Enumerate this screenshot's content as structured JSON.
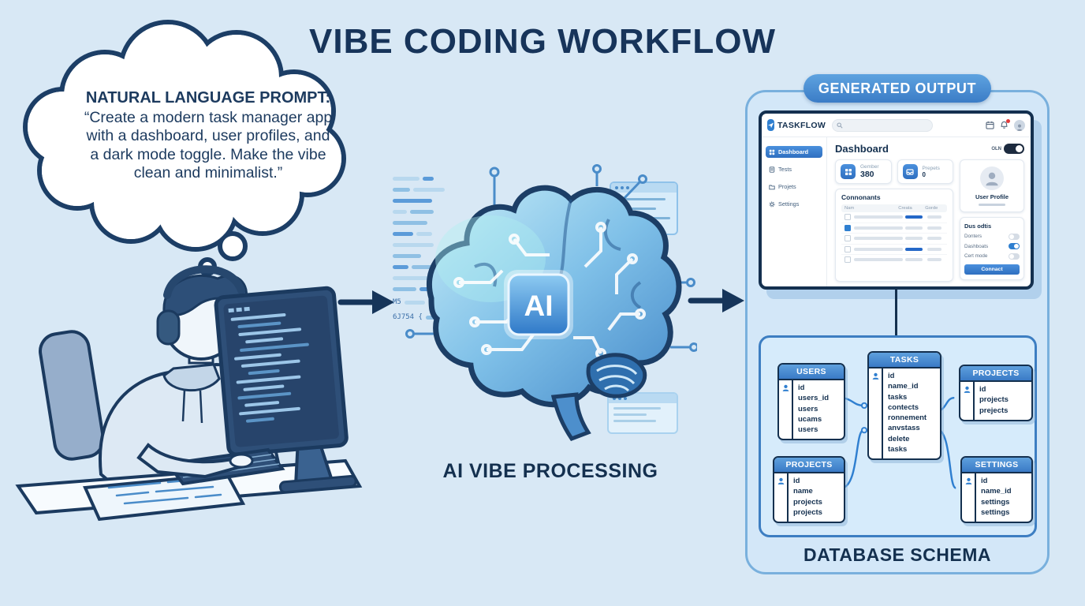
{
  "title": "VIBE CODING WORKFLOW",
  "thought_bubble": {
    "heading": "NATURAL LANGUAGE PROMPT:",
    "lines": [
      "“Create a modern task manager app",
      "with a dashboard, user profiles, and",
      "a dark mode toggle. Make the vibe",
      "clean and minimalist.”"
    ]
  },
  "ai_stage": {
    "chip_label": "AI",
    "caption": "AI VIBE PROCESSING",
    "code_fragments": [
      "M5",
      "6J754 {"
    ]
  },
  "generated_output": {
    "badge": "GENERATED OUTPUT",
    "app": {
      "logo": "TASKFLOW",
      "sidebar": [
        {
          "label": "Dashboard"
        },
        {
          "label": "Tests"
        },
        {
          "label": "Projets"
        },
        {
          "label": "Settings"
        }
      ],
      "page_title": "Dashboard",
      "toggle_label": "OLN",
      "stats": [
        {
          "label": "Gember",
          "value": "380"
        },
        {
          "label": "Prepets",
          "value": "0"
        }
      ],
      "table": {
        "section_title": "Connonants",
        "headers": [
          "Nam",
          "Creata",
          "Gorde"
        ]
      },
      "profile_card": {
        "title": "User Profile"
      },
      "settings_card": {
        "title": "Dus odtis",
        "rows": [
          {
            "label": "Donters"
          },
          {
            "label": "Dashboats"
          },
          {
            "label": "Cert mode"
          }
        ],
        "button": "Connact"
      }
    },
    "schema": {
      "caption": "DATABASE SCHEMA",
      "tables": [
        {
          "name": "USERS",
          "fields": [
            "id",
            "users_id",
            "users",
            "ucams",
            "users"
          ]
        },
        {
          "name": "TASKS",
          "fields": [
            "id",
            "name_id",
            "tasks",
            "contects",
            "ronnement",
            "anvstass",
            "delete",
            "tasks"
          ]
        },
        {
          "name": "PROJECTS",
          "fields": [
            "id",
            "projects",
            "prejects"
          ]
        },
        {
          "name": "PROJECTS",
          "fields": [
            "id",
            "name",
            "projects",
            "projects"
          ]
        },
        {
          "name": "SETTINGS",
          "fields": [
            "id",
            "name_id",
            "settings",
            "settings"
          ]
        }
      ]
    }
  }
}
